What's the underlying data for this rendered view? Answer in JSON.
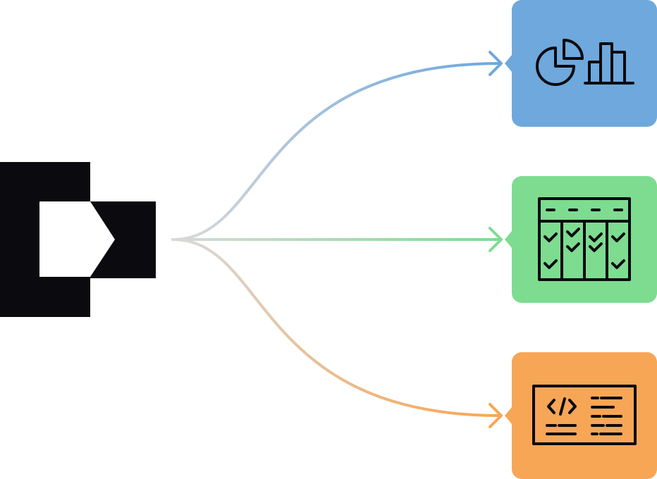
{
  "diagram": {
    "source": {
      "icon": "brand-logo-icon",
      "color": "#0b0a0f"
    },
    "targets": [
      {
        "id": "analytics",
        "icon": "pie-and-bar-chart-icon",
        "color": "#6ea8dc"
      },
      {
        "id": "checklist",
        "icon": "checklist-table-icon",
        "color": "#7ddc90"
      },
      {
        "id": "code",
        "icon": "code-editor-icon",
        "color": "#f7a655"
      }
    ],
    "connector_start_color": "#d9d9d9",
    "icon_stroke_color": "#0b0a0f"
  }
}
